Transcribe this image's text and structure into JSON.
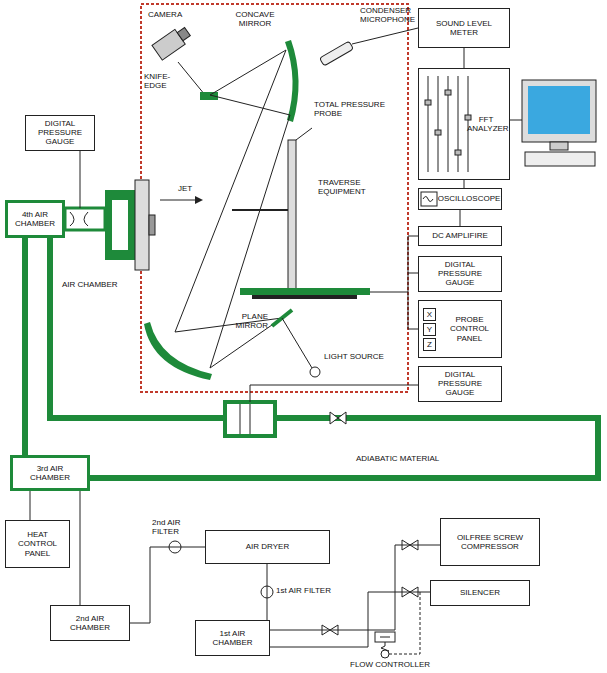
{
  "diagram": {
    "nodes": [
      {
        "text": [
          "DIGITAL PRESSURE GAUGE"
        ]
      },
      {
        "text": [
          "4th AIR CHAMBER"
        ]
      },
      {
        "text": [
          "SOUND LEVEL METER"
        ]
      },
      {
        "text": [
          "FFT ANALYZER"
        ]
      },
      {
        "text": [
          "OSCILLOSCOPE"
        ]
      },
      {
        "text": [
          "DC AMPLIFIRE"
        ]
      },
      {
        "text": [
          "DIGITAL PRESSURE GAUGE"
        ]
      },
      {
        "text": [
          "X",
          "Y",
          "Z",
          "PROBE CONTROL PANEL"
        ]
      },
      {
        "text": [
          "DIGITAL PRESSURE GAUGE"
        ]
      },
      {
        "text": [
          "3rd AIR CHAMBER"
        ]
      },
      {
        "text": [
          "HEAT CONTROL PANEL"
        ]
      },
      {
        "text": [
          "2nd AIR CHAMBER"
        ]
      },
      {
        "text": [
          "AIR DRYER"
        ]
      },
      {
        "text": [
          "1st AIR CHAMBER"
        ]
      },
      {
        "text": [
          "OILFREE SCREW COMPRESSOR"
        ]
      },
      {
        "text": [
          "SILENCER"
        ]
      }
    ],
    "edges": [
      {
        "from": 2,
        "to": 3,
        "arrow": "none"
      },
      {
        "from": 3,
        "to": 4,
        "arrow": "none"
      },
      {
        "from": 4,
        "to": 5,
        "arrow": "none"
      },
      {
        "from": 9,
        "to": 10,
        "arrow": "none"
      },
      {
        "from": 11,
        "to": 9,
        "arrow": "none"
      },
      {
        "from": 11,
        "to": 12,
        "arrow": "none"
      },
      {
        "from": 12,
        "to": 13,
        "arrow": "none"
      },
      {
        "from": 13,
        "to": 14,
        "arrow": "none"
      },
      {
        "from": 13,
        "to": 15,
        "arrow": "none"
      },
      {
        "from": 9,
        "to": 1,
        "arrow": "none"
      }
    ],
    "labels": [
      "CAMERA",
      "CONCAVE MIRROR",
      "CONDENSER MICROPHONE",
      "KNIFE-EDGE",
      "TOTAL PRESSURE PROBE",
      "JET",
      "TRAVERSE EQUIPMENT",
      "AIR CHAMBER",
      "PLANE MIRROR",
      "LIGHT SOURCE",
      "ADIABATIC MATERIAL",
      "2nd AIR FILTER",
      "1st AIR FILTER",
      "FLOW CONTROLLER"
    ]
  }
}
